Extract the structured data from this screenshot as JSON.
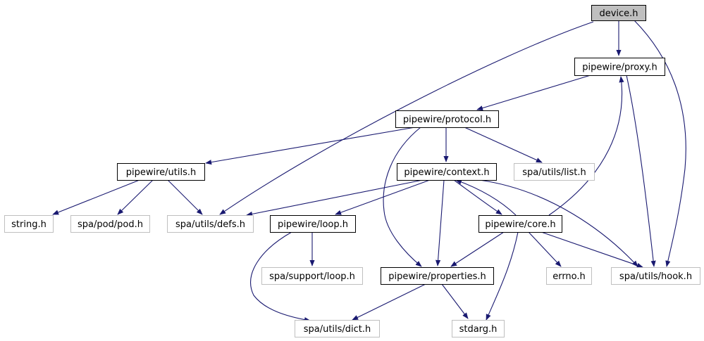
{
  "graph": {
    "edge_color": "#191970",
    "nodes": [
      {
        "id": "device_h",
        "label": "device.h",
        "style": "root",
        "fill": "#bfbfbf",
        "stroke": "#000000"
      },
      {
        "id": "proxy_h",
        "label": "pipewire/proxy.h",
        "style": "documented",
        "fill": "#ffffff",
        "stroke": "#000000"
      },
      {
        "id": "protocol_h",
        "label": "pipewire/protocol.h",
        "style": "documented",
        "fill": "#ffffff",
        "stroke": "#000000"
      },
      {
        "id": "utils_h",
        "label": "pipewire/utils.h",
        "style": "documented",
        "fill": "#ffffff",
        "stroke": "#000000"
      },
      {
        "id": "context_h",
        "label": "pipewire/context.h",
        "style": "documented",
        "fill": "#ffffff",
        "stroke": "#000000"
      },
      {
        "id": "list_h",
        "label": "spa/utils/list.h",
        "style": "external",
        "fill": "#ffffff",
        "stroke": "#bfbfbf"
      },
      {
        "id": "string_h",
        "label": "string.h",
        "style": "external",
        "fill": "#ffffff",
        "stroke": "#bfbfbf"
      },
      {
        "id": "pod_h",
        "label": "spa/pod/pod.h",
        "style": "external",
        "fill": "#ffffff",
        "stroke": "#bfbfbf"
      },
      {
        "id": "defs_h",
        "label": "spa/utils/defs.h",
        "style": "external",
        "fill": "#ffffff",
        "stroke": "#bfbfbf"
      },
      {
        "id": "loop_h",
        "label": "pipewire/loop.h",
        "style": "documented",
        "fill": "#ffffff",
        "stroke": "#000000"
      },
      {
        "id": "core_h",
        "label": "pipewire/core.h",
        "style": "documented",
        "fill": "#ffffff",
        "stroke": "#000000"
      },
      {
        "id": "support_loop_h",
        "label": "spa/support/loop.h",
        "style": "external",
        "fill": "#ffffff",
        "stroke": "#bfbfbf"
      },
      {
        "id": "properties_h",
        "label": "pipewire/properties.h",
        "style": "documented",
        "fill": "#ffffff",
        "stroke": "#000000"
      },
      {
        "id": "errno_h",
        "label": "errno.h",
        "style": "external",
        "fill": "#ffffff",
        "stroke": "#bfbfbf"
      },
      {
        "id": "hook_h",
        "label": "spa/utils/hook.h",
        "style": "external",
        "fill": "#ffffff",
        "stroke": "#bfbfbf"
      },
      {
        "id": "dict_h",
        "label": "spa/utils/dict.h",
        "style": "external",
        "fill": "#ffffff",
        "stroke": "#bfbfbf"
      },
      {
        "id": "stdarg_h",
        "label": "stdarg.h",
        "style": "external",
        "fill": "#ffffff",
        "stroke": "#bfbfbf"
      }
    ],
    "edges": [
      {
        "from": "device_h",
        "to": "proxy_h"
      },
      {
        "from": "device_h",
        "to": "defs_h"
      },
      {
        "from": "device_h",
        "to": "hook_h"
      },
      {
        "from": "proxy_h",
        "to": "protocol_h"
      },
      {
        "from": "proxy_h",
        "to": "hook_h"
      },
      {
        "from": "protocol_h",
        "to": "utils_h"
      },
      {
        "from": "protocol_h",
        "to": "context_h"
      },
      {
        "from": "protocol_h",
        "to": "list_h"
      },
      {
        "from": "protocol_h",
        "to": "properties_h"
      },
      {
        "from": "utils_h",
        "to": "string_h"
      },
      {
        "from": "utils_h",
        "to": "pod_h"
      },
      {
        "from": "utils_h",
        "to": "defs_h"
      },
      {
        "from": "context_h",
        "to": "defs_h"
      },
      {
        "from": "context_h",
        "to": "loop_h"
      },
      {
        "from": "context_h",
        "to": "core_h"
      },
      {
        "from": "context_h",
        "to": "properties_h"
      },
      {
        "from": "context_h",
        "to": "hook_h"
      },
      {
        "from": "core_h",
        "to": "context_h"
      },
      {
        "from": "core_h",
        "to": "proxy_h"
      },
      {
        "from": "core_h",
        "to": "properties_h"
      },
      {
        "from": "core_h",
        "to": "errno_h"
      },
      {
        "from": "core_h",
        "to": "hook_h"
      },
      {
        "from": "core_h",
        "to": "stdarg_h"
      },
      {
        "from": "loop_h",
        "to": "support_loop_h"
      },
      {
        "from": "loop_h",
        "to": "dict_h"
      },
      {
        "from": "properties_h",
        "to": "dict_h"
      },
      {
        "from": "properties_h",
        "to": "stdarg_h"
      }
    ]
  }
}
